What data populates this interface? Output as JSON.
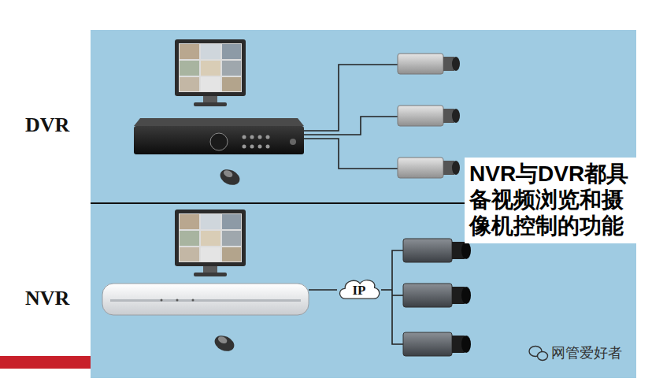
{
  "diagram": {
    "nodes": [
      {
        "text": [
          "IP"
        ]
      },
      {
        "text": [
          "NVR与DVR都具备视频浏览和摄像机控制的功能"
        ]
      }
    ],
    "labels": [
      "DVR",
      "NVR",
      "网管爱好者"
    ]
  }
}
